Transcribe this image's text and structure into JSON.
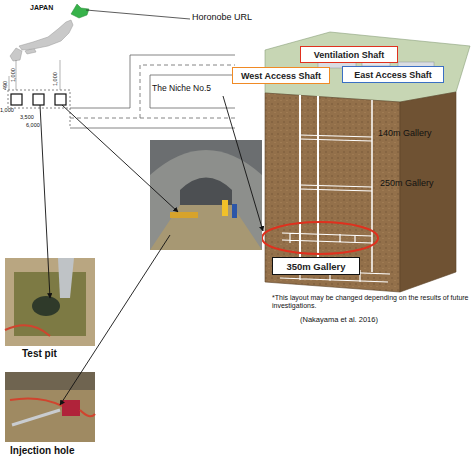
{
  "diagram": {
    "nodes": [
      {
        "text": [
          "Ventilation Shaft"
        ]
      },
      {
        "text": [
          "West Access Shaft"
        ]
      },
      {
        "text": [
          "East Access Shaft"
        ]
      },
      {
        "text": [
          "350m Gallery"
        ]
      }
    ],
    "labels": [
      "JAPAN",
      "Horonobe URL",
      "The Niche No.5",
      "490",
      "1,000",
      "1,000",
      "1,000",
      "3,500",
      "6,000",
      "140m Gallery",
      "250m Gallery",
      "*This layout may be changed depending on the results of future investigations.",
      "(Nakayama et al. 2016)",
      "Test pit",
      "Injection hole"
    ]
  }
}
